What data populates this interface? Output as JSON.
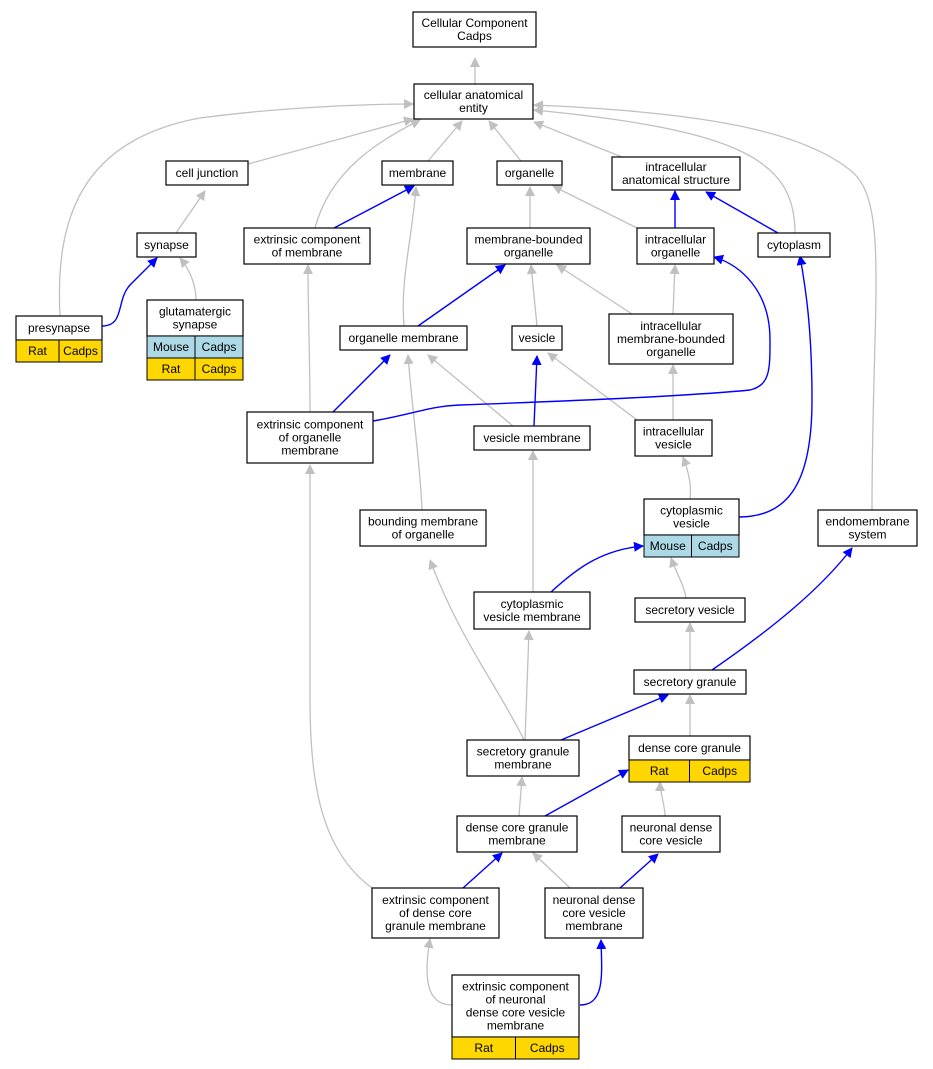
{
  "colors": {
    "is_a_edge": "#c0c0c0",
    "part_of_edge": "#0000ff",
    "mouse_annotation": "#add8e6",
    "rat_annotation": "#ffd700",
    "node_fill": "#ffffff",
    "node_border": "#000000"
  },
  "nodes": {
    "root": {
      "lines": [
        "Cellular Component",
        "Cadps"
      ]
    },
    "cae": {
      "lines": [
        "cellular anatomical",
        "entity"
      ]
    },
    "cj": {
      "lines": [
        "cell junction"
      ]
    },
    "mem": {
      "lines": [
        "membrane"
      ]
    },
    "org": {
      "lines": [
        "organelle"
      ]
    },
    "ias": {
      "lines": [
        "intracellular",
        "anatomical structure"
      ]
    },
    "syn": {
      "lines": [
        "synapse"
      ]
    },
    "ecm": {
      "lines": [
        "extrinsic component",
        "of membrane"
      ]
    },
    "mbo": {
      "lines": [
        "membrane-bounded",
        "organelle"
      ]
    },
    "io": {
      "lines": [
        "intracellular",
        "organelle"
      ]
    },
    "cyto": {
      "lines": [
        "cytoplasm"
      ]
    },
    "pre": {
      "lines": [
        "presynapse"
      ],
      "annotations": [
        {
          "species": "Rat",
          "gene": "Cadps"
        }
      ]
    },
    "glu": {
      "lines": [
        "glutamatergic",
        "synapse"
      ],
      "annotations": [
        {
          "species": "Mouse",
          "gene": "Cadps"
        },
        {
          "species": "Rat",
          "gene": "Cadps"
        }
      ]
    },
    "om": {
      "lines": [
        "organelle membrane"
      ]
    },
    "ves": {
      "lines": [
        "vesicle"
      ]
    },
    "imbo": {
      "lines": [
        "intracellular",
        "membrane-bounded",
        "organelle"
      ]
    },
    "ecom": {
      "lines": [
        "extrinsic component",
        "of organelle",
        "membrane"
      ]
    },
    "vm": {
      "lines": [
        "vesicle membrane"
      ]
    },
    "iv": {
      "lines": [
        "intracellular",
        "vesicle"
      ]
    },
    "bmo": {
      "lines": [
        "bounding membrane",
        "of organelle"
      ]
    },
    "cv": {
      "lines": [
        "cytoplasmic",
        "vesicle"
      ],
      "annotations": [
        {
          "species": "Mouse",
          "gene": "Cadps"
        }
      ]
    },
    "es": {
      "lines": [
        "endomembrane",
        "system"
      ]
    },
    "cvm": {
      "lines": [
        "cytoplasmic",
        "vesicle membrane"
      ]
    },
    "sv": {
      "lines": [
        "secretory vesicle"
      ]
    },
    "sg": {
      "lines": [
        "secretory granule"
      ]
    },
    "sgm": {
      "lines": [
        "secretory granule",
        "membrane"
      ]
    },
    "dcg": {
      "lines": [
        "dense core granule"
      ],
      "annotations": [
        {
          "species": "Rat",
          "gene": "Cadps"
        }
      ]
    },
    "dcgm": {
      "lines": [
        "dense core granule",
        "membrane"
      ]
    },
    "ndcv": {
      "lines": [
        "neuronal dense",
        "core vesicle"
      ]
    },
    "ecdcgm": {
      "lines": [
        "extrinsic component",
        "of dense core",
        "granule membrane"
      ]
    },
    "ndcvm": {
      "lines": [
        "neuronal dense",
        "core vesicle",
        "membrane"
      ]
    },
    "ecndcvm": {
      "lines": [
        "extrinsic component",
        "of neuronal",
        "dense core vesicle",
        "membrane"
      ],
      "annotations": [
        {
          "species": "Rat",
          "gene": "Cadps"
        }
      ]
    }
  }
}
